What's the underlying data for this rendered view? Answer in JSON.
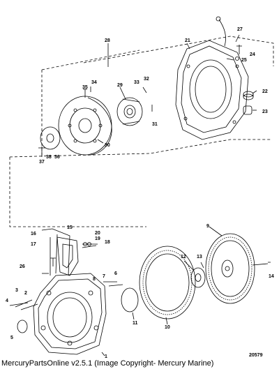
{
  "diagram": {
    "callouts": [
      "1",
      "2",
      "3",
      "4",
      "5",
      "6",
      "7",
      "8",
      "9",
      "10",
      "11",
      "12",
      "13",
      "14",
      "15",
      "16",
      "17",
      "18",
      "19",
      "20",
      "21",
      "22",
      "23",
      "24",
      "25",
      "26",
      "27",
      "28",
      "29",
      "30",
      "31",
      "32",
      "33",
      "34",
      "35",
      "36",
      "37",
      "38"
    ],
    "reference_number": "20579"
  },
  "footer": {
    "copyright": "MercuryPartsOnline v2.5.1 (Image Copyright- Mercury Marine)"
  }
}
